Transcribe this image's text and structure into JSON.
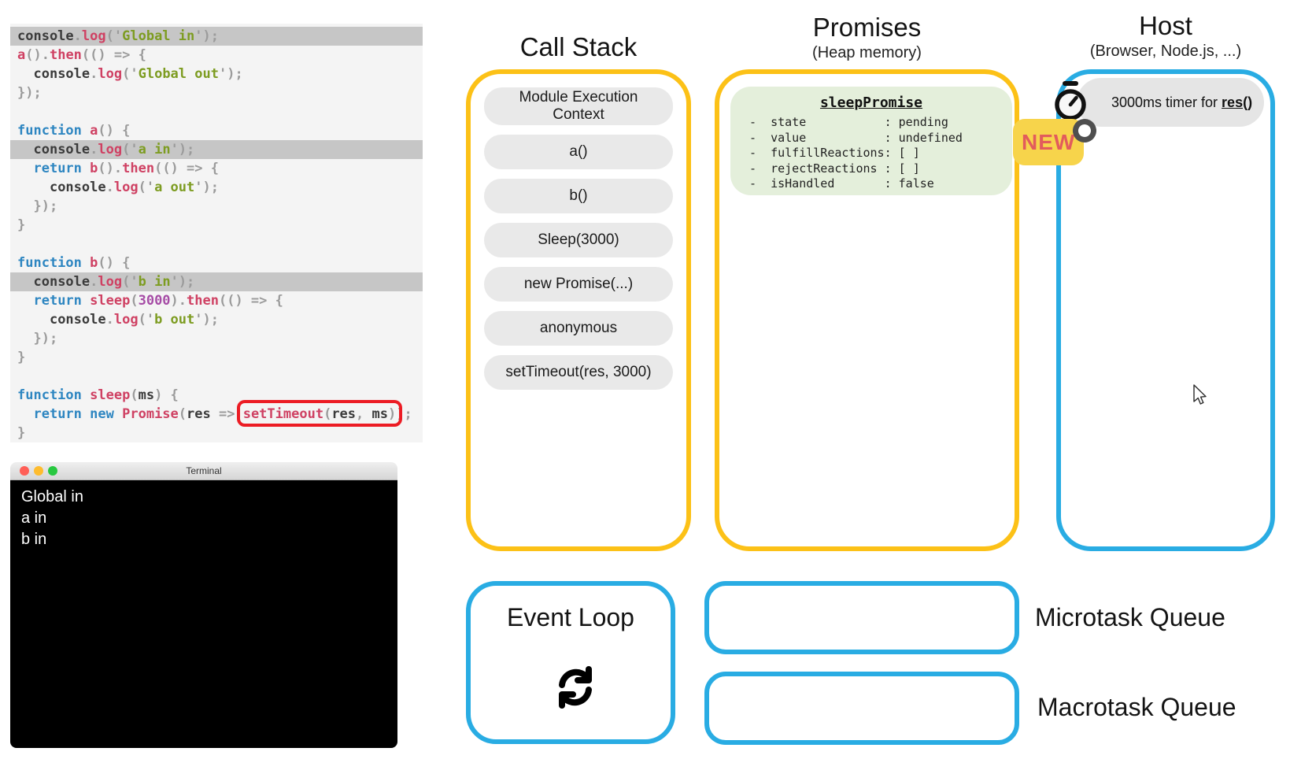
{
  "colors": {
    "stack_border": "#fcc117",
    "host_border": "#29ace3",
    "promise_card_bg": "#e4efdb",
    "code_bg": "#f4f4f4",
    "highlight_line_bg": "#c6c6c6",
    "red_box": "#ec1c24",
    "new_tag_bg": "#f7d44b",
    "new_tag_text": "#e25c5c",
    "terminal_bg": "#000000"
  },
  "code": {
    "lines": [
      {
        "h": true,
        "t": [
          [
            "p",
            "console"
          ],
          [
            "o",
            "."
          ],
          [
            "f",
            "log"
          ],
          [
            "o",
            "("
          ],
          [
            "o",
            "'"
          ],
          [
            "s",
            "Global in"
          ],
          [
            "o",
            "'"
          ],
          [
            "o",
            ");"
          ]
        ]
      },
      {
        "h": false,
        "t": [
          [
            "f",
            "a"
          ],
          [
            "o",
            "()."
          ],
          [
            "f",
            "then"
          ],
          [
            "o",
            "(() => {"
          ]
        ]
      },
      {
        "h": false,
        "t": [
          [
            "o",
            "  "
          ],
          [
            "p",
            "console"
          ],
          [
            "o",
            "."
          ],
          [
            "f",
            "log"
          ],
          [
            "o",
            "("
          ],
          [
            "o",
            "'"
          ],
          [
            "s",
            "Global out"
          ],
          [
            "o",
            "'"
          ],
          [
            "o",
            ");"
          ]
        ]
      },
      {
        "h": false,
        "t": [
          [
            "o",
            "});"
          ]
        ]
      },
      {
        "h": false,
        "t": []
      },
      {
        "h": false,
        "t": [
          [
            "k",
            "function"
          ],
          [
            "p",
            " "
          ],
          [
            "f",
            "a"
          ],
          [
            "o",
            "() {"
          ]
        ]
      },
      {
        "h": true,
        "t": [
          [
            "o",
            "  "
          ],
          [
            "p",
            "console"
          ],
          [
            "o",
            "."
          ],
          [
            "f",
            "log"
          ],
          [
            "o",
            "("
          ],
          [
            "o",
            "'"
          ],
          [
            "s",
            "a in"
          ],
          [
            "o",
            "'"
          ],
          [
            "o",
            ");"
          ]
        ]
      },
      {
        "h": false,
        "t": [
          [
            "o",
            "  "
          ],
          [
            "k",
            "return"
          ],
          [
            "p",
            " "
          ],
          [
            "f",
            "b"
          ],
          [
            "o",
            "()."
          ],
          [
            "f",
            "then"
          ],
          [
            "o",
            "(() => {"
          ]
        ]
      },
      {
        "h": false,
        "t": [
          [
            "o",
            "    "
          ],
          [
            "p",
            "console"
          ],
          [
            "o",
            "."
          ],
          [
            "f",
            "log"
          ],
          [
            "o",
            "("
          ],
          [
            "o",
            "'"
          ],
          [
            "s",
            "a out"
          ],
          [
            "o",
            "'"
          ],
          [
            "o",
            ");"
          ]
        ]
      },
      {
        "h": false,
        "t": [
          [
            "o",
            "  });"
          ]
        ]
      },
      {
        "h": false,
        "t": [
          [
            "o",
            "}"
          ]
        ]
      },
      {
        "h": false,
        "t": []
      },
      {
        "h": false,
        "t": [
          [
            "k",
            "function"
          ],
          [
            "p",
            " "
          ],
          [
            "f",
            "b"
          ],
          [
            "o",
            "() {"
          ]
        ]
      },
      {
        "h": true,
        "t": [
          [
            "o",
            "  "
          ],
          [
            "p",
            "console"
          ],
          [
            "o",
            "."
          ],
          [
            "f",
            "log"
          ],
          [
            "o",
            "("
          ],
          [
            "o",
            "'"
          ],
          [
            "s",
            "b in"
          ],
          [
            "o",
            "'"
          ],
          [
            "o",
            ");"
          ]
        ]
      },
      {
        "h": false,
        "t": [
          [
            "o",
            "  "
          ],
          [
            "k",
            "return"
          ],
          [
            "p",
            " "
          ],
          [
            "f",
            "sleep"
          ],
          [
            "o",
            "("
          ],
          [
            "n",
            "3000"
          ],
          [
            "o",
            ")."
          ],
          [
            "f",
            "then"
          ],
          [
            "o",
            "(() => {"
          ]
        ]
      },
      {
        "h": false,
        "t": [
          [
            "o",
            "    "
          ],
          [
            "p",
            "console"
          ],
          [
            "o",
            "."
          ],
          [
            "f",
            "log"
          ],
          [
            "o",
            "("
          ],
          [
            "o",
            "'"
          ],
          [
            "s",
            "b out"
          ],
          [
            "o",
            "'"
          ],
          [
            "o",
            ");"
          ]
        ]
      },
      {
        "h": false,
        "t": [
          [
            "o",
            "  });"
          ]
        ]
      },
      {
        "h": false,
        "t": [
          [
            "o",
            "}"
          ]
        ]
      },
      {
        "h": false,
        "t": []
      },
      {
        "h": false,
        "t": [
          [
            "k",
            "function"
          ],
          [
            "p",
            " "
          ],
          [
            "f",
            "sleep"
          ],
          [
            "o",
            "("
          ],
          [
            "p",
            "ms"
          ],
          [
            "o",
            ") {"
          ]
        ]
      },
      {
        "h": false,
        "t": [
          [
            "o",
            "  "
          ],
          [
            "k",
            "return"
          ],
          [
            "p",
            " "
          ],
          [
            "k",
            "new"
          ],
          [
            "p",
            " "
          ],
          [
            "f",
            "Promise"
          ],
          [
            "o",
            "("
          ],
          [
            "p",
            "res"
          ],
          [
            "o",
            " => "
          ],
          [
            "box",
            [
              [
                "f",
                "setTimeout"
              ],
              [
                "o",
                "("
              ],
              [
                "p",
                "res"
              ],
              [
                "o",
                ", "
              ],
              [
                "p",
                "ms"
              ],
              [
                "o",
                ")"
              ]
            ]
          ],
          [
            "o",
            ");"
          ]
        ]
      },
      {
        "h": false,
        "t": [
          [
            "o",
            "}"
          ]
        ]
      }
    ]
  },
  "terminal": {
    "title": "Terminal",
    "lines": [
      "Global in",
      "a in",
      "b in"
    ]
  },
  "call_stack": {
    "title": "Call Stack",
    "frames": [
      "Module Execution Context",
      "a()",
      "b()",
      "Sleep(3000)",
      "new Promise(...)",
      "anonymous",
      "setTimeout(res, 3000)"
    ]
  },
  "promises": {
    "title": "Promises",
    "subtitle": "(Heap memory)",
    "record": {
      "name": "sleepPromise",
      "state": "pending",
      "value": "undefined",
      "fulfillReactions": "[ ]",
      "rejectReactions": "[ ]",
      "isHandled": "false",
      "lines": [
        "-  state           : pending",
        "-  value           : undefined",
        "-  fulfillReactions: [ ]",
        "-  rejectReactions : [ ]",
        "-  isHandled       : false"
      ]
    }
  },
  "host": {
    "title": "Host",
    "subtitle": "(Browser, Node.js, ...)",
    "timer": {
      "prefix": "3000ms timer for ",
      "target": "res()"
    }
  },
  "badge": {
    "label": "NEW"
  },
  "event_loop": {
    "title": "Event Loop"
  },
  "queues": {
    "micro_label": "Microtask Queue",
    "macro_label": "Macrotask Queue"
  }
}
